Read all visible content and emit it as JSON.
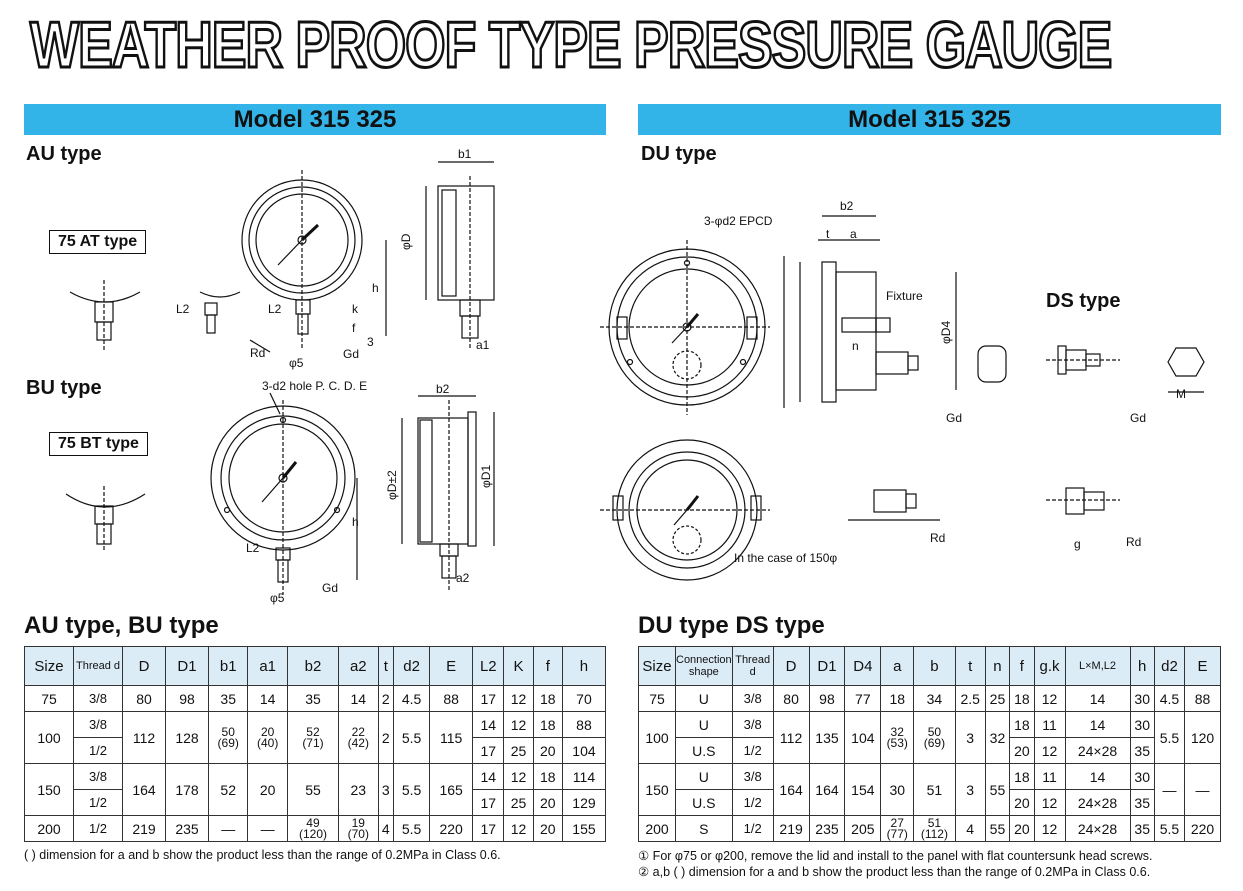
{
  "title": "WEATHER PROOF TYPE PRESSURE GAUGE",
  "left_header": "Model 315  325",
  "right_header": "Model 315  325",
  "au_type": "AU type",
  "bu_type": "BU type",
  "du_type": "DU type",
  "ds_type": "DS type",
  "at_label": "75 AT type",
  "bt_label": "75 BT type",
  "drawing_labels": {
    "b1": "b1",
    "b2": "b2",
    "phiD": "φD",
    "h": "h",
    "L2": "L2",
    "k": "k",
    "f": "f",
    "three": "3",
    "Rd": "Rd",
    "Gd": "Gd",
    "phi5": "φ5",
    "a1": "a1",
    "a2": "a2",
    "pcd": "3-d2 hole P. C. D. E",
    "phiDpm2": "φD±2",
    "phiD1": "φD1",
    "du_pcd": "3-φd2 EPCD",
    "t": "t",
    "a": "a",
    "fixture": "Fixture",
    "n": "n",
    "phiD4": "φD4",
    "M": "M",
    "g": "g",
    "case150": "In the case of 150φ"
  },
  "left_table": {
    "title": "AU type, BU type",
    "headers": [
      "Size",
      "Thread d",
      "D",
      "D1",
      "b1",
      "a1",
      "b2",
      "a2",
      "t",
      "d2",
      "E",
      "L2",
      "K",
      "f",
      "h"
    ],
    "rows": [
      {
        "size": "75",
        "thread": "3/8",
        "D": "80",
        "D1": "98",
        "b1": "35",
        "a1": "14",
        "b2": "35",
        "a2": "14",
        "t": "2",
        "d2": "4.5",
        "E": "88",
        "L2": "17",
        "K": "12",
        "f": "18",
        "h": "70"
      },
      {
        "size": "100",
        "thread": "3/8",
        "thread2": "1/2",
        "D": "112",
        "D1": "128",
        "b1": "50",
        "b1b": "(69)",
        "a1": "20",
        "a1b": "(40)",
        "b2": "52",
        "b2b": "(71)",
        "a2": "22",
        "a2b": "(42)",
        "t": "2",
        "d2": "5.5",
        "E": "115",
        "L2": "14",
        "K": "12",
        "f": "18",
        "h": "88",
        "L2b": "17",
        "Kb": "25",
        "fb": "20",
        "hb": "104"
      },
      {
        "size": "150",
        "thread": "3/8",
        "thread2": "1/2",
        "D": "164",
        "D1": "178",
        "b1": "52",
        "a1": "20",
        "b2": "55",
        "a2": "23",
        "t": "3",
        "d2": "5.5",
        "E": "165",
        "L2": "14",
        "K": "12",
        "f": "18",
        "h": "114",
        "L2b": "17",
        "Kb": "25",
        "fb": "20",
        "hb": "129"
      },
      {
        "size": "200",
        "thread": "1/2",
        "D": "219",
        "D1": "235",
        "b1": "—",
        "a1": "—",
        "b2": "49",
        "b2b": "(120)",
        "a2": "19",
        "a2b": "(70)",
        "t": "4",
        "d2": "5.5",
        "E": "220",
        "L2": "17",
        "K": "12",
        "f": "20",
        "h": "155"
      }
    ],
    "note": "(  ) dimension for a and b show the product less than the range of 0.2MPa in Class 0.6."
  },
  "right_table": {
    "title": "DU type  DS type",
    "headers": [
      "Size",
      "Connection shape",
      "Thread d",
      "D",
      "D1",
      "D4",
      "a",
      "b",
      "t",
      "n",
      "f",
      "g.k",
      "L×M,L2",
      "h",
      "d2",
      "E"
    ],
    "rows": [
      {
        "size": "75",
        "conn": "U",
        "thread": "3/8",
        "D": "80",
        "D1": "98",
        "D4": "77",
        "a": "18",
        "b": "34",
        "t": "2.5",
        "n": "25",
        "f": "18",
        "gk": "12",
        "lm": "14",
        "h": "30",
        "d2": "4.5",
        "E": "88"
      },
      {
        "size": "100",
        "conn": "U",
        "conn2": "U.S",
        "thread": "3/8",
        "thread2": "1/2",
        "D": "112",
        "D1": "135",
        "D4": "104",
        "a": "32",
        "ab": "(53)",
        "b": "50",
        "bb": "(69)",
        "t": "3",
        "n": "32",
        "f": "18",
        "fb": "20",
        "gk": "11",
        "gkb": "12",
        "lm": "14",
        "lmb": "24×28",
        "h": "30",
        "hb": "35",
        "d2": "5.5",
        "E": "120"
      },
      {
        "size": "150",
        "conn": "U",
        "conn2": "U.S",
        "thread": "3/8",
        "thread2": "1/2",
        "D": "164",
        "D1": "164",
        "D4": "154",
        "a": "30",
        "b": "51",
        "t": "3",
        "n": "55",
        "f": "18",
        "fb": "20",
        "gk": "11",
        "gkb": "12",
        "lm": "14",
        "lmb": "24×28",
        "h": "30",
        "hb": "35",
        "d2": "—",
        "E": "—"
      },
      {
        "size": "200",
        "conn": "S",
        "thread": "1/2",
        "D": "219",
        "D1": "235",
        "D4": "205",
        "a": "27",
        "ab": "(77)",
        "b": "51",
        "bb": "(112)",
        "t": "4",
        "n": "55",
        "f": "20",
        "gk": "12",
        "lm": "24×28",
        "h": "35",
        "d2": "5.5",
        "E": "220"
      }
    ],
    "note1": "① For φ75 or φ200, remove the lid and install to the panel with flat countersunk head screws.",
    "note2": "② a,b (  ) dimension for a and b show the product less than the range of 0.2MPa in Class 0.6."
  }
}
